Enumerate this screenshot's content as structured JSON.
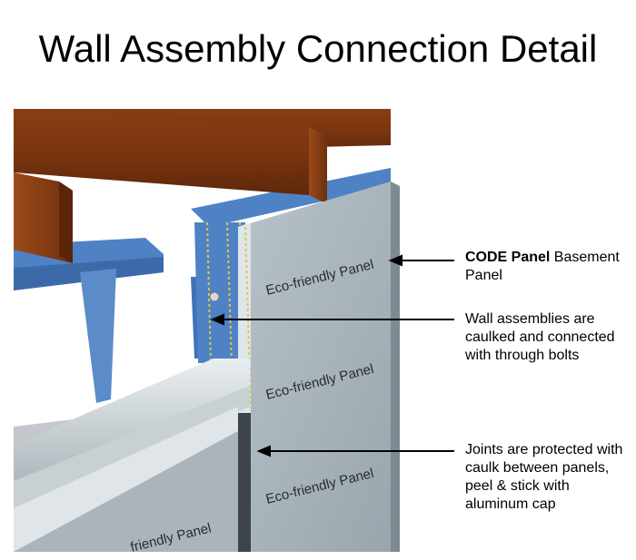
{
  "title": "Wall Assembly Connection Detail",
  "panel_labels": [
    "Eco-friendly Panel",
    "Eco-friendly Panel",
    "Eco-friendly Panel",
    "friendly Panel"
  ],
  "callouts": [
    {
      "bold": "CODE Panel",
      "text": " Basement Panel"
    },
    {
      "bold": "",
      "text": "Wall assemblies are caulked and connected with through bolts"
    },
    {
      "bold": "",
      "text": "Joints are protected with caulk between panels, peel & stick with aluminum cap"
    }
  ]
}
